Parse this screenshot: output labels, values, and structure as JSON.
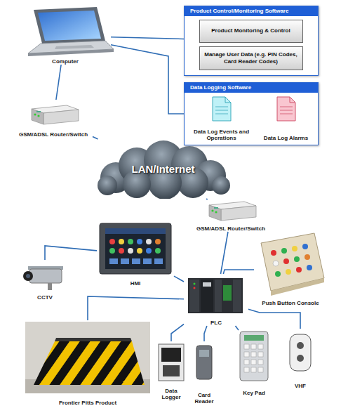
{
  "diagram": {
    "nodes": [
      {
        "text": [
          "Product Control/Monitoring Software"
        ]
      },
      {
        "text": [
          "Product Monitoring & Control"
        ],
        "in": 0
      },
      {
        "text": [
          "Manage User Data (e.g. PIN Codes, Card Reader Codes)"
        ],
        "in": 0
      },
      {
        "text": [
          "Computer"
        ]
      },
      {
        "text": [
          "Data Logging Software"
        ]
      },
      {
        "text": [
          "Data Log Events and Operations"
        ],
        "in": 4
      },
      {
        "text": [
          "Data Log Alarms"
        ],
        "in": 4
      },
      {
        "text": [
          "GSM/ADSL Router/Switch"
        ]
      },
      {
        "text": [
          "LAN/Internet"
        ]
      },
      {
        "text": [
          "GSM/ADSL Router/Switch"
        ]
      },
      {
        "text": [
          "HMI"
        ]
      },
      {
        "text": [
          "Push Button Console"
        ]
      },
      {
        "text": [
          "CCTV"
        ]
      },
      {
        "text": [
          "PLC"
        ]
      },
      {
        "text": [
          "Frontier Pitts Product"
        ]
      },
      {
        "text": [
          "Data Logger"
        ]
      },
      {
        "text": [
          "Card Reader"
        ]
      },
      {
        "text": [
          "Key Pad"
        ]
      },
      {
        "text": [
          "VHF"
        ]
      }
    ],
    "edges": [
      {
        "from": 3,
        "to": 0,
        "arrow": "none"
      },
      {
        "from": 3,
        "to": 4,
        "arrow": "none"
      },
      {
        "from": 3,
        "to": 7,
        "arrow": "none"
      },
      {
        "from": 7,
        "to": 8,
        "arrow": "none"
      },
      {
        "from": 8,
        "to": 9,
        "arrow": "none"
      },
      {
        "from": 9,
        "to": 13,
        "arrow": "none"
      },
      {
        "from": 10,
        "to": 13,
        "arrow": "none"
      },
      {
        "from": 12,
        "to": 10,
        "arrow": "none"
      },
      {
        "from": 11,
        "to": 13,
        "arrow": "none"
      },
      {
        "from": 13,
        "to": 14,
        "arrow": "none"
      },
      {
        "from": 13,
        "to": 15,
        "arrow": "none"
      },
      {
        "from": 13,
        "to": 16,
        "arrow": "none"
      },
      {
        "from": 13,
        "to": 17,
        "arrow": "none"
      },
      {
        "from": 13,
        "to": 18,
        "arrow": "none"
      }
    ]
  }
}
